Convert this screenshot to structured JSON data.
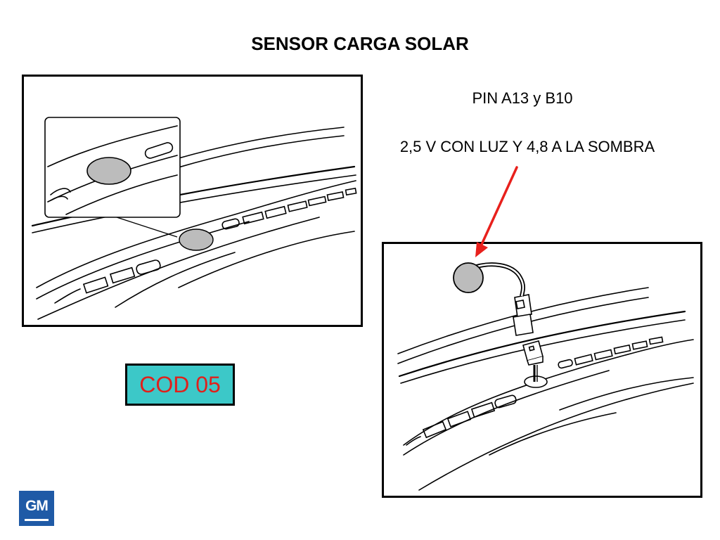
{
  "title": "SENSOR CARGA SOLAR",
  "pin_label": "PIN A13 y B10",
  "voltage_label": "2,5 V CON LUZ Y 4,8 A LA SOMBRA",
  "code_label": "COD 05",
  "logo_text": "GM",
  "colors": {
    "code_background": "#3cc8c8",
    "code_text": "#e0201c",
    "arrow": "#e8201c",
    "sensor": "#bcbcbc",
    "logo": "#1f5aa6"
  }
}
